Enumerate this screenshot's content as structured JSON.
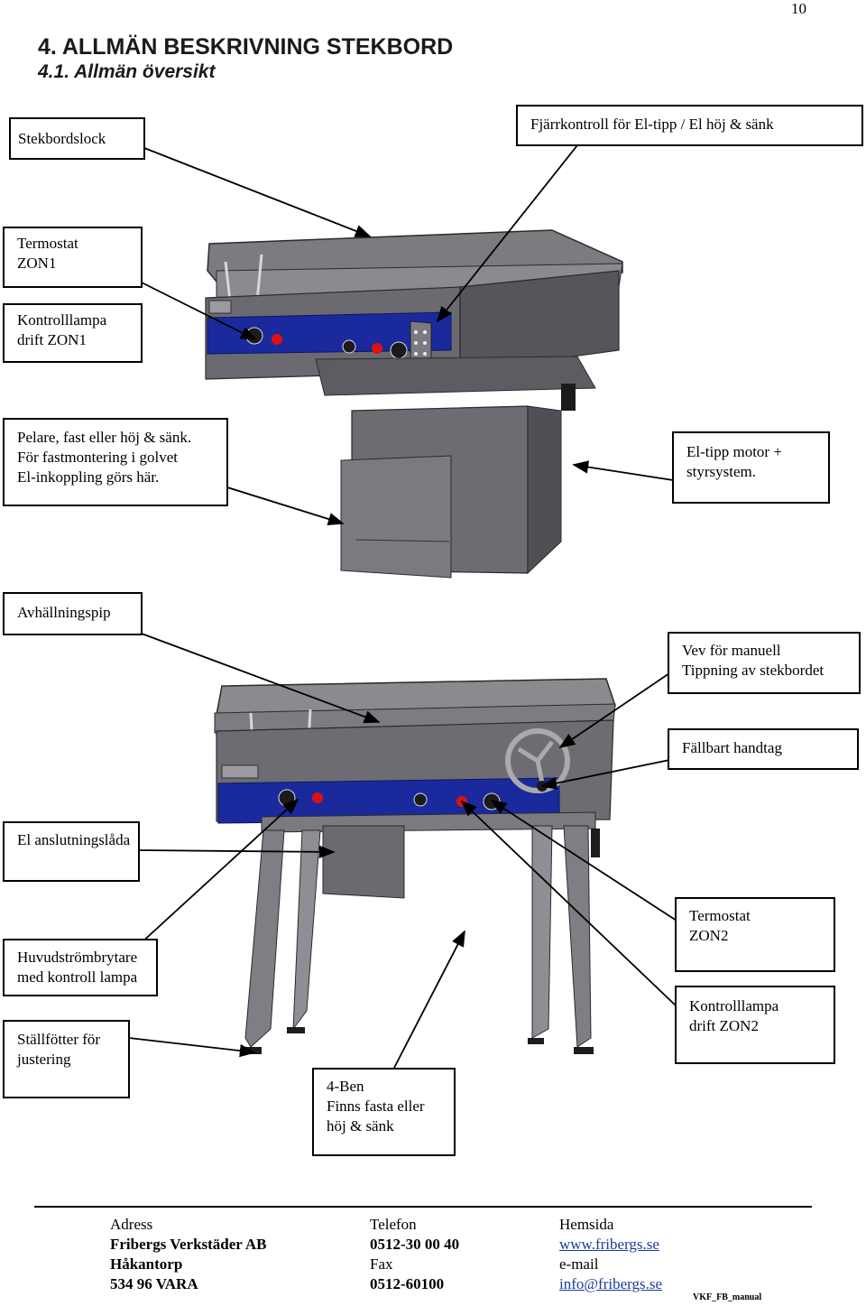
{
  "page_number": "10",
  "heading": {
    "section": "4. ALLMÄN BESKRIVNING STEKBORD",
    "subsection": "4.1. Allmän översikt"
  },
  "callouts": {
    "stekbordslock": "Stekbordslock",
    "fjarrkontroll": "Fjärrkontroll för El-tipp / El höj & sänk",
    "termostat_zon1": [
      "Termostat",
      "ZON1"
    ],
    "kontrolllampa_zon1": [
      "Kontrolllampa",
      "drift ZON1"
    ],
    "pelare": [
      "Pelare, fast eller höj & sänk.",
      "För fastmontering i golvet",
      "El-inkoppling görs här."
    ],
    "eltipp_motor": [
      "El-tipp motor +",
      "styrsystem."
    ],
    "avhallningspip": "Avhällningspip",
    "vev": [
      "Vev för manuell",
      "Tippning av stekbordet"
    ],
    "fallbart_handtag": "Fällbart handtag",
    "el_anslutningslada": "El anslutningslåda",
    "termostat_zon2": [
      "Termostat",
      "ZON2"
    ],
    "huvudstrombrytare": [
      "Huvudströmbrytare",
      "med kontroll lampa"
    ],
    "kontrolllampa_zon2": [
      "Kontrolllampa",
      "drift ZON2"
    ],
    "stallfotter": [
      "Ställfötter för",
      "justering"
    ],
    "ben": [
      "4-Ben",
      "Finns fasta eller",
      "höj & sänk"
    ]
  },
  "footer": {
    "col1": [
      "Adress",
      "Fribergs Verkstäder AB",
      "Håkantorp",
      "534 96  VARA"
    ],
    "col2": [
      "Telefon",
      "0512-30 00 40",
      "Fax",
      "0512-60100"
    ],
    "col3": [
      "Hemsida",
      "www.fribergs.se",
      "e-mail",
      "info@fribergs.se"
    ],
    "doc_code": "VKF_FB_manual"
  },
  "colors": {
    "panel_blue": "#1a2a9c",
    "machine_grey": "#6e6e73",
    "lamp_red": "#e01010"
  }
}
